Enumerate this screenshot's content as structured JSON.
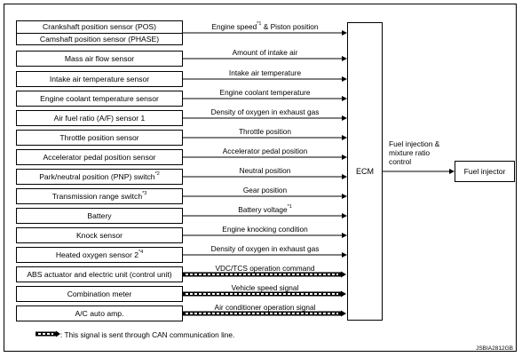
{
  "inputs": [
    {
      "box": "Crankshaft position sensor (POS)",
      "box2": "Camshaft position sensor (PHASE)",
      "signal": "Engine speed",
      "signal_sup": "*1",
      "signal_tail": " & Piston position",
      "can": false
    },
    {
      "box": "Mass air flow sensor",
      "signal": "Amount of intake air",
      "can": false
    },
    {
      "box": "Intake air temperature sensor",
      "signal": "Intake air temperature",
      "can": false
    },
    {
      "box": "Engine coolant temperature sensor",
      "signal": "Engine coolant temperature",
      "can": false
    },
    {
      "box": "Air fuel ratio (A/F) sensor 1",
      "signal": "Density of oxygen in exhaust gas",
      "can": false
    },
    {
      "box": "Throttle position sensor",
      "signal": "Throttle position",
      "can": false
    },
    {
      "box": "Accelerator pedal position sensor",
      "signal": "Accelerator pedal position",
      "can": false
    },
    {
      "box": "Park/neutral position (PNP) switch",
      "box_sup": "*2",
      "signal": "Neutral position",
      "can": false
    },
    {
      "box": "Transmission range switch",
      "box_sup": "*3",
      "signal": "Gear position",
      "can": false
    },
    {
      "box": "Battery",
      "signal": "Battery voltage",
      "signal_sup": "*1",
      "can": false
    },
    {
      "box": "Knock sensor",
      "signal": "Engine knocking condition",
      "can": false
    },
    {
      "box": "Heated oxygen sensor 2",
      "box_sup": "*4",
      "signal": "Density of oxygen in exhaust gas",
      "can": false
    },
    {
      "box": "ABS actuator and electric unit (control unit)",
      "signal": "VDC/TCS operation command",
      "can": true
    },
    {
      "box": "Combination meter",
      "signal": "Vehicle speed signal",
      "can": true
    },
    {
      "box": "A/C auto amp.",
      "signal": "Air conditioner operation signal",
      "can": true
    }
  ],
  "ecm_label": "ECM",
  "output": {
    "label_lines": [
      "Fuel injection &",
      "mixture ratio",
      "control"
    ],
    "target": "Fuel injector"
  },
  "legend": {
    "text": ": This signal is sent through CAN communication line."
  },
  "figure_code": "JSBIA2812GB"
}
